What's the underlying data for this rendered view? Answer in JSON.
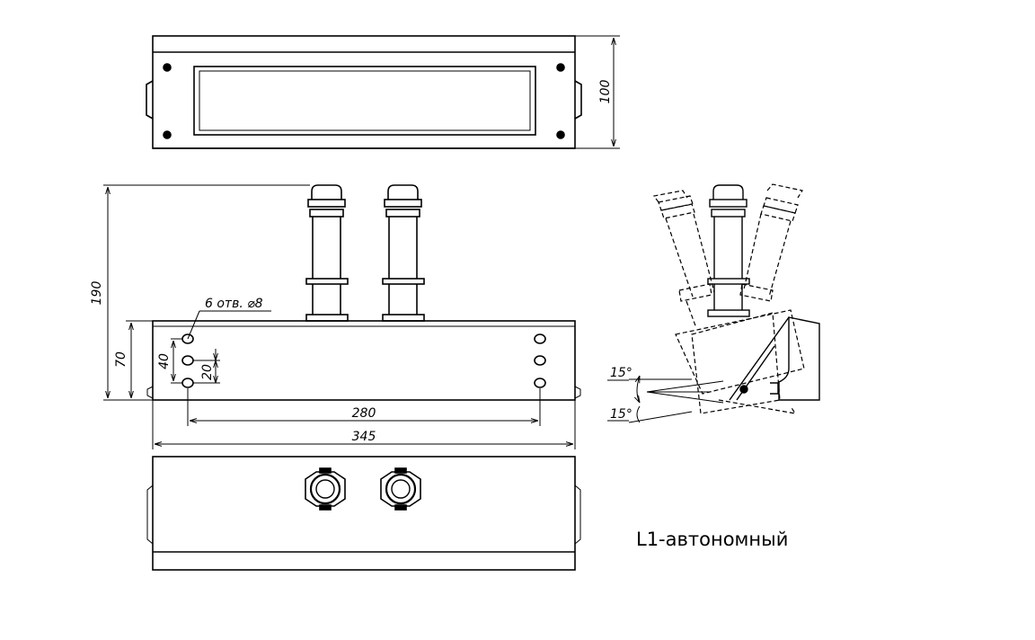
{
  "caption": "L1-автономный",
  "dimensions": {
    "top_height": "100",
    "total_height": "190",
    "body_height": "70",
    "hole_spacing_vertical": "40",
    "hole_offset": "20",
    "hole_spacing_horizontal": "280",
    "overall_length": "345",
    "hole_note": "6 отв. ⌀8",
    "angle_upper": "15°",
    "angle_lower": "15°"
  }
}
